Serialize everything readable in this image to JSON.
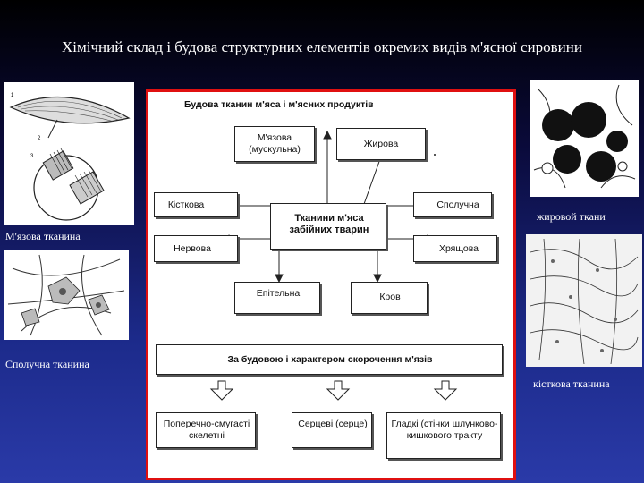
{
  "title": "Хімічний склад і будова структурних елементів окремих видів м'ясної сировини",
  "captions": {
    "muscle": "М'язова тканина",
    "connective": "Сполучна тканина",
    "fat": "жировой ткани",
    "bone": "кісткова тканина"
  },
  "diagram": {
    "heading": "Будова тканин м'яса і м'ясних продуктів",
    "center": "Тканини м'яса забійних тварин",
    "nodes": {
      "muscle": "М'язова (мускульна)",
      "fat": "Жирова",
      "bone": "Кісткова",
      "connective": "Сполучна",
      "nerve": "Нервова",
      "cartilage": "Хрящова",
      "epithelial": "Епітельна",
      "blood": "Кров"
    },
    "subheading": "За будовою і характером скорочення м'язів",
    "bottom": {
      "striated": "Поперечно-смугасті скелетні",
      "cardiac": "Серцеві (серце)",
      "smooth": "Гладкі (стінки шлунково-кишкового тракту"
    }
  }
}
